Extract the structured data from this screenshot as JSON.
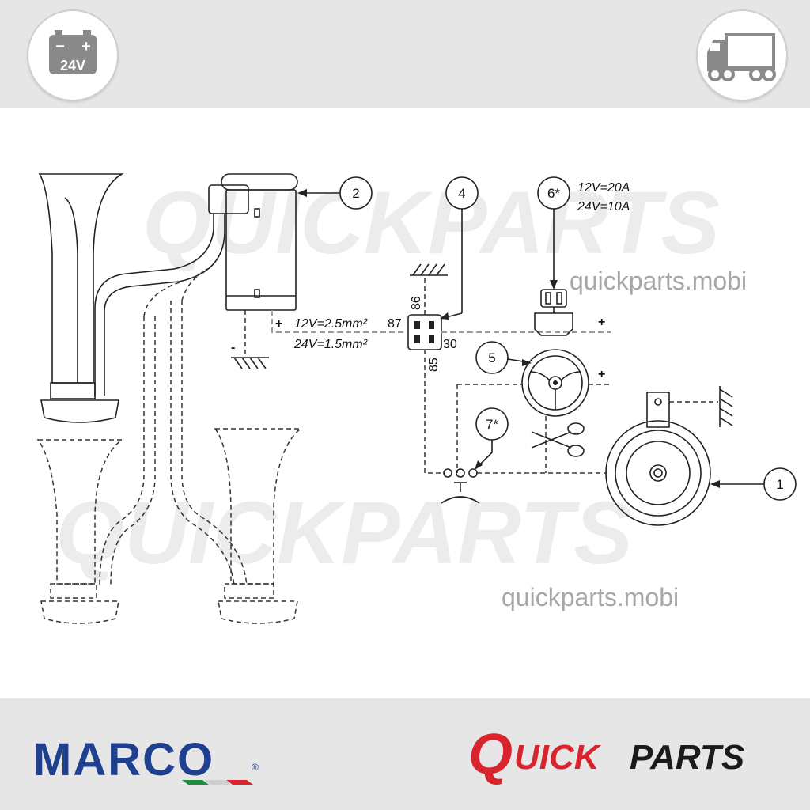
{
  "header": {
    "voltage_label": "24V",
    "battery_minus": "−",
    "battery_plus": "+",
    "battery_icon": "battery-icon",
    "vehicle_icon": "truck-icon"
  },
  "watermark": {
    "brand": "QUICKPARTS",
    "url_1": "quickparts.mobi",
    "url_2": "quickparts.mobi"
  },
  "diagram": {
    "callouts": [
      "1",
      "2",
      "4",
      "5",
      "6*",
      "7*"
    ],
    "fuse_rating_12v": "12V=20A",
    "fuse_rating_24v": "24V=10A",
    "wire_12v": "12V=2.5mm²",
    "wire_24v": "24V=1.5mm²",
    "plus_compressor": "+",
    "minus_compressor": "-",
    "plus_fuse": "+",
    "plus_wheel": "+",
    "relay_terminals": {
      "t86": "86",
      "t87": "87",
      "t30": "30",
      "t85": "85"
    }
  },
  "footer": {
    "marco_logo_text": "MARCO",
    "marco_registered": "®",
    "quickparts_q": "Q",
    "quickparts_uick": "UICK",
    "quickparts_parts": "PARTS"
  },
  "colors": {
    "band_gray": "#e6e6e6",
    "marco_blue": "#1f3f8f",
    "quickparts_red": "#d9232d",
    "italy_green": "#1e8e3e",
    "italy_red": "#d9232d"
  }
}
